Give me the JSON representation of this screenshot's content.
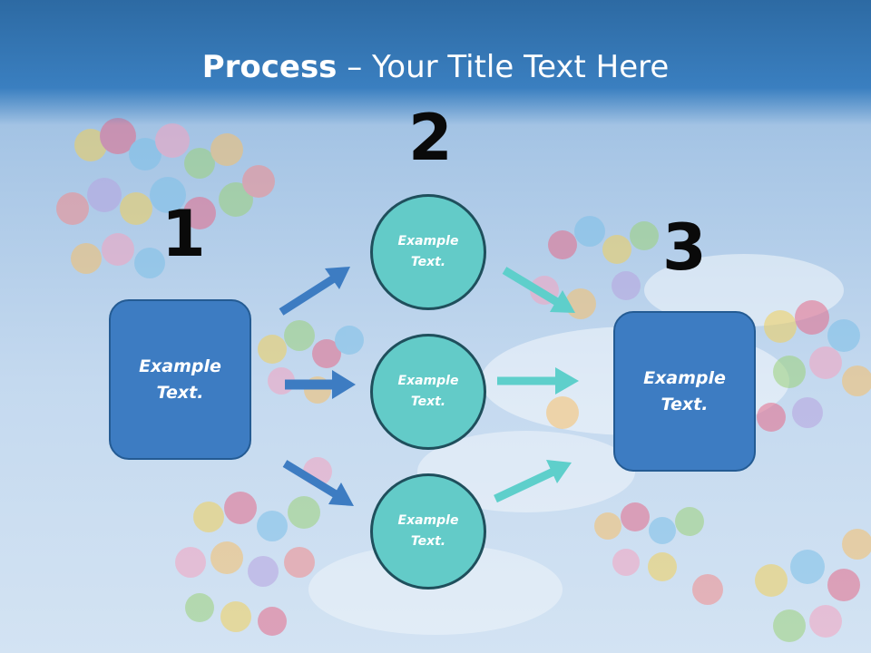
{
  "title": {
    "bold": "Process",
    "rest": " – Your Title Text Here"
  },
  "numbers": [
    "1",
    "2",
    "3"
  ],
  "left_box": {
    "text": "Example\nText."
  },
  "right_box": {
    "text": "Example\nText."
  },
  "circles": [
    {
      "text": "Example\nText."
    },
    {
      "text": "Example\nText."
    },
    {
      "text": "Example\nText."
    }
  ],
  "colors": {
    "box_fill": "#3d7cc2",
    "circle_fill": "#63cbc8",
    "arrow_blue": "#3d7cc2",
    "arrow_teal": "#5ecfcb"
  }
}
